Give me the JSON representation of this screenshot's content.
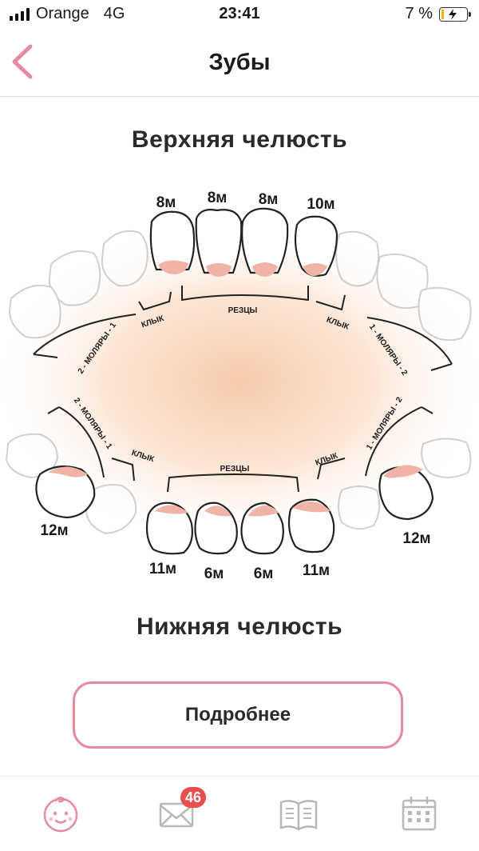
{
  "status": {
    "carrier": "Orange",
    "network": "4G",
    "time": "23:41",
    "battery_text": "7 %"
  },
  "nav": {
    "title": "Зубы",
    "back_icon": "chevron-left-icon"
  },
  "jaws": {
    "upper_title": "Верхняя челюсть",
    "lower_title": "Нижняя челюсть"
  },
  "upper_teeth_ages": [
    "8м",
    "8м",
    "8м",
    "10м"
  ],
  "lower_teeth_ages": [
    "12м",
    "11м",
    "6м",
    "6м",
    "11м",
    "12м"
  ],
  "labels": {
    "upper_incisors": "РЕЗЦЫ",
    "upper_canine_left": "КЛЫК",
    "upper_canine_right": "КЛЫК",
    "upper_molars_left": "2 - МОЛЯРЫ - 1",
    "upper_molars_right": "1 - МОЛЯРЫ - 2",
    "lower_incisors": "РЕЗЦЫ",
    "lower_canine_left": "КЛЫК",
    "lower_canine_right": "КЛЫК",
    "lower_molars_left": "2 - МОЛЯРЫ - 1",
    "lower_molars_right": "1 - МОЛЯРЫ - 2"
  },
  "button": {
    "label": "Подробнее"
  },
  "tabbar": {
    "badge": "46",
    "icons": [
      "baby-face-icon",
      "mail-icon",
      "book-icon",
      "calendar-icon"
    ]
  },
  "colors": {
    "accent": "#e58aa0",
    "gum": "#f0b3a8",
    "badge": "#e94d4d"
  }
}
